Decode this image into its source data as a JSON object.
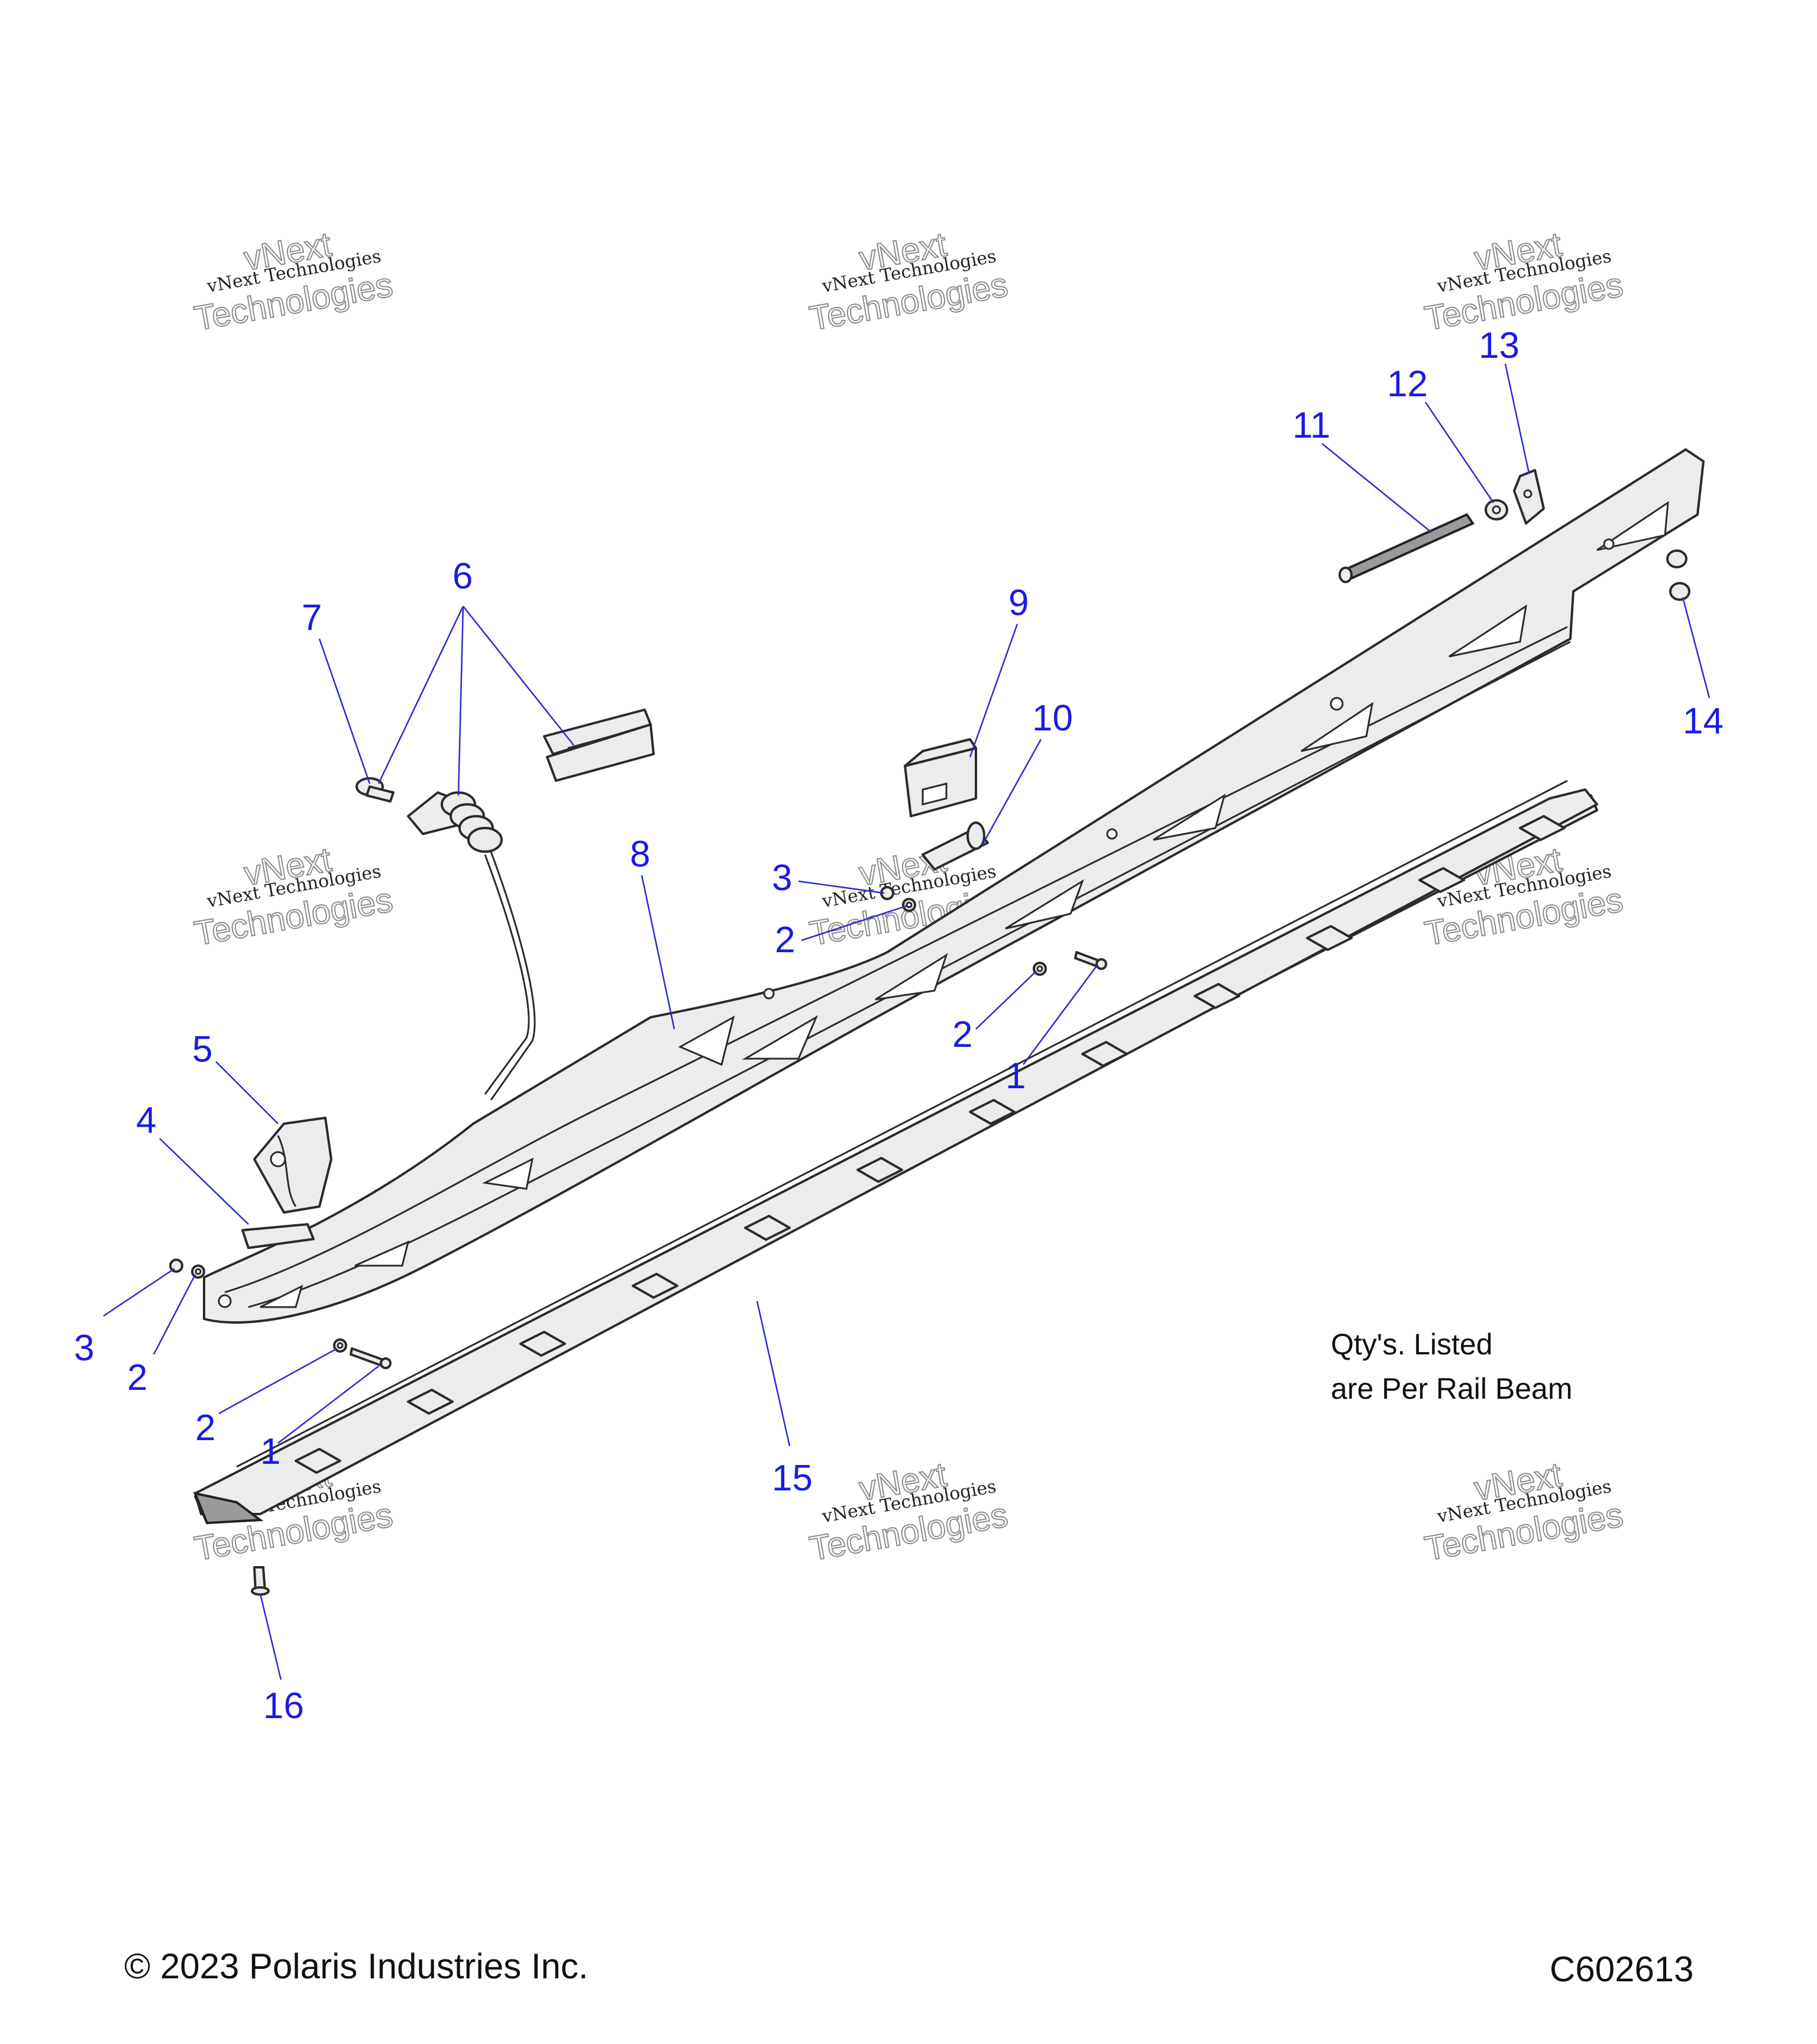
{
  "watermark": {
    "line1": "vNext Technologies",
    "line2": "vNext",
    "line3": "Technologies"
  },
  "callouts": {
    "c1a": "1",
    "c1b": "1",
    "c2a": "2",
    "c2b": "2",
    "c2c": "2",
    "c2d": "2",
    "c3a": "3",
    "c3b": "3",
    "c4": "4",
    "c5": "5",
    "c6": "6",
    "c7": "7",
    "c8": "8",
    "c9": "9",
    "c10": "10",
    "c11": "11",
    "c12": "12",
    "c13": "13",
    "c14": "14",
    "c15": "15",
    "c16": "16"
  },
  "note": {
    "line1": "Qty's. Listed",
    "line2": "are Per Rail Beam"
  },
  "footer": {
    "copyright": "© 2023 Polaris Industries Inc.",
    "code": "C602613"
  },
  "colors": {
    "callout": "#1a1ae6",
    "leader": "#2a2ad0",
    "part_fill": "#ececec",
    "outline": "#2b2b2b"
  }
}
